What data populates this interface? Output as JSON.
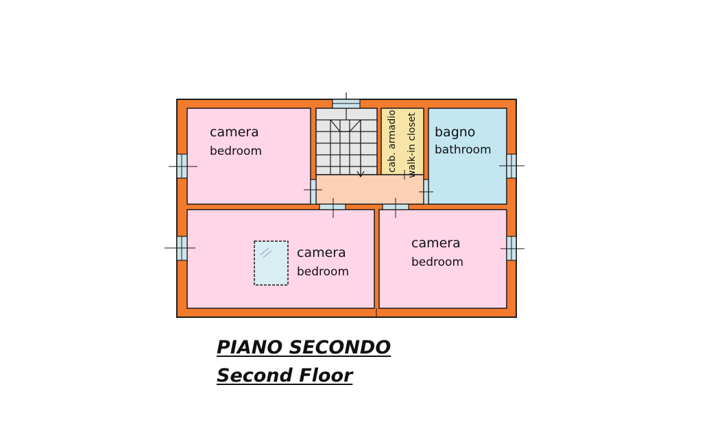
{
  "title": {
    "line1": "PIANO SECONDO",
    "line2": "Second Floor"
  },
  "rooms": {
    "bedroom_top_left": {
      "name_it": "camera",
      "name_en": "bedroom"
    },
    "bedroom_bottom_left": {
      "name_it": "camera",
      "name_en": "bedroom"
    },
    "bedroom_bottom_right": {
      "name_it": "camera",
      "name_en": "bedroom"
    },
    "bathroom": {
      "name_it": "bagno",
      "name_en": "bathroom"
    },
    "closet": {
      "name_it": "cab. armadio",
      "name_en": "walk-in closet"
    }
  },
  "colors": {
    "wall": "#f37b2e",
    "outline": "#1a1a1a",
    "bedroom": "#ffd6e7",
    "bathroom": "#c3e6f0",
    "closet": "#f6e5a6",
    "hallway": "#fbd0b4",
    "stairs": "#e6e6e6",
    "skylight": "#d9eef3",
    "window": "#cce3ea"
  }
}
